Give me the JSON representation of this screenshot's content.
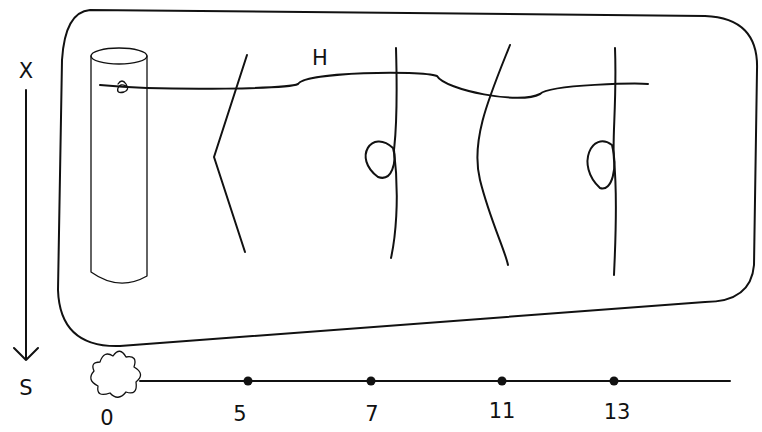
{
  "diagram": {
    "labels": [
      "X",
      "H",
      "S",
      "0",
      "5",
      "7",
      "11",
      "13"
    ]
  }
}
